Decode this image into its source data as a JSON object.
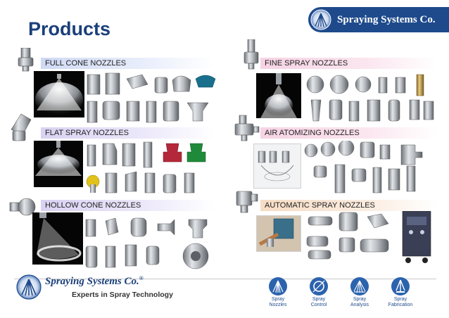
{
  "header": {
    "title": "Products",
    "brand": "Spraying Systems Co."
  },
  "sections": {
    "full_cone": "FULL CONE NOZZLES",
    "fine_spray": "FINE SPRAY NOZZLES",
    "flat_spray": "FLAT SPRAY NOZZLES",
    "air_atomizing": "AIR ATOMIZING NOZZLES",
    "hollow_cone": "HOLLOW CONE NOZZLES",
    "automatic": "AUTOMATIC SPRAY NOZZLES"
  },
  "footer": {
    "brand": "Spraying Systems Co.",
    "registered": "®",
    "tagline": "Experts in Spray Technology",
    "services": [
      {
        "line1": "Spray",
        "line2": "Nozzles"
      },
      {
        "line1": "Spray",
        "line2": "Control"
      },
      {
        "line1": "Spray",
        "line2": "Analysis"
      },
      {
        "line1": "Spray",
        "line2": "Fabrication"
      }
    ]
  },
  "colors": {
    "brand_blue": "#1e4a8c",
    "title_blue": "#1b3f7a",
    "metal": "#a9adb2",
    "red_tip": "#b3283a",
    "green_tip": "#1f8a3a",
    "yellow_tip": "#e1c21a",
    "teal_tip": "#1a6f8c"
  },
  "icons": {
    "brand_logo": "spray-fan-logo-icon",
    "service_nozzles": "spray-fan-icon",
    "service_control": "ring-circle-icon",
    "service_analysis": "spray-fan-icon",
    "service_fabrication": "spray-fan-icon"
  }
}
